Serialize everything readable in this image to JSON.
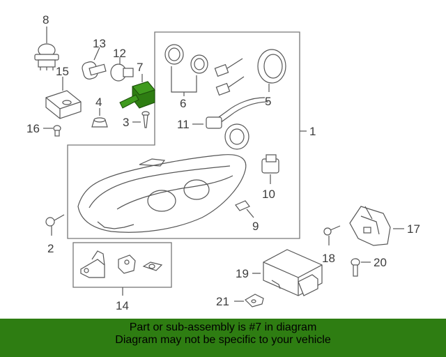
{
  "callouts": {
    "c1": "1",
    "c2": "2",
    "c3": "3",
    "c4": "4",
    "c5": "5",
    "c6": "6",
    "c7": "7",
    "c8": "8",
    "c9": "9",
    "c10": "10",
    "c11": "11",
    "c12": "12",
    "c13": "13",
    "c14": "14",
    "c15": "15",
    "c16": "16",
    "c17": "17",
    "c18": "18",
    "c19": "19",
    "c20": "20",
    "c21": "21"
  },
  "highlight": {
    "part": "7",
    "color": "#2e7d12"
  },
  "banner": {
    "line1": "Part or sub-assembly is #7 in diagram",
    "line2": "Diagram may not be specific to your vehicle",
    "background": "#2e7d12"
  }
}
